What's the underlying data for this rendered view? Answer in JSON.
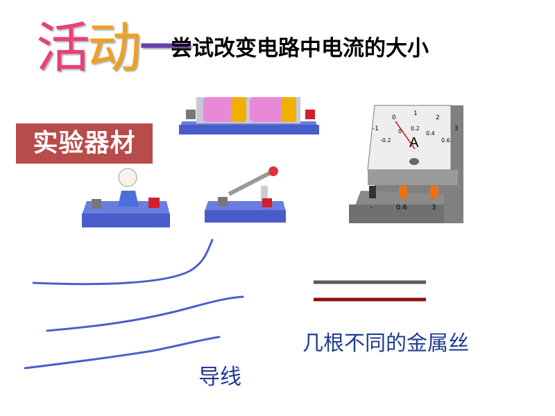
{
  "art_title": {
    "chars": [
      "活",
      "动",
      "一"
    ],
    "colors": [
      "#e8407a",
      "#f0a020",
      "#6a3fb0"
    ]
  },
  "heading": "尝试改变电路中电流的大小",
  "equipment_label": "实验器材",
  "ammeter": {
    "unit": "A",
    "top_scale": [
      "-1",
      "0",
      "1",
      "2",
      "3"
    ],
    "bottom_scale": [
      "-0.2",
      "0",
      "0.2",
      "0.4",
      "0.6"
    ],
    "terminals": [
      "-",
      "0.6",
      "3"
    ]
  },
  "wire_label": "导线",
  "metal_wire_label": "几根不同的金属丝",
  "colors": {
    "wire": "#4a5fc8",
    "base": "#5a6fd6",
    "label_box": "#b84c4a",
    "label_text": "#1f3b8f",
    "metal1": "#5a5a5a",
    "metal2": "#8b1010"
  }
}
